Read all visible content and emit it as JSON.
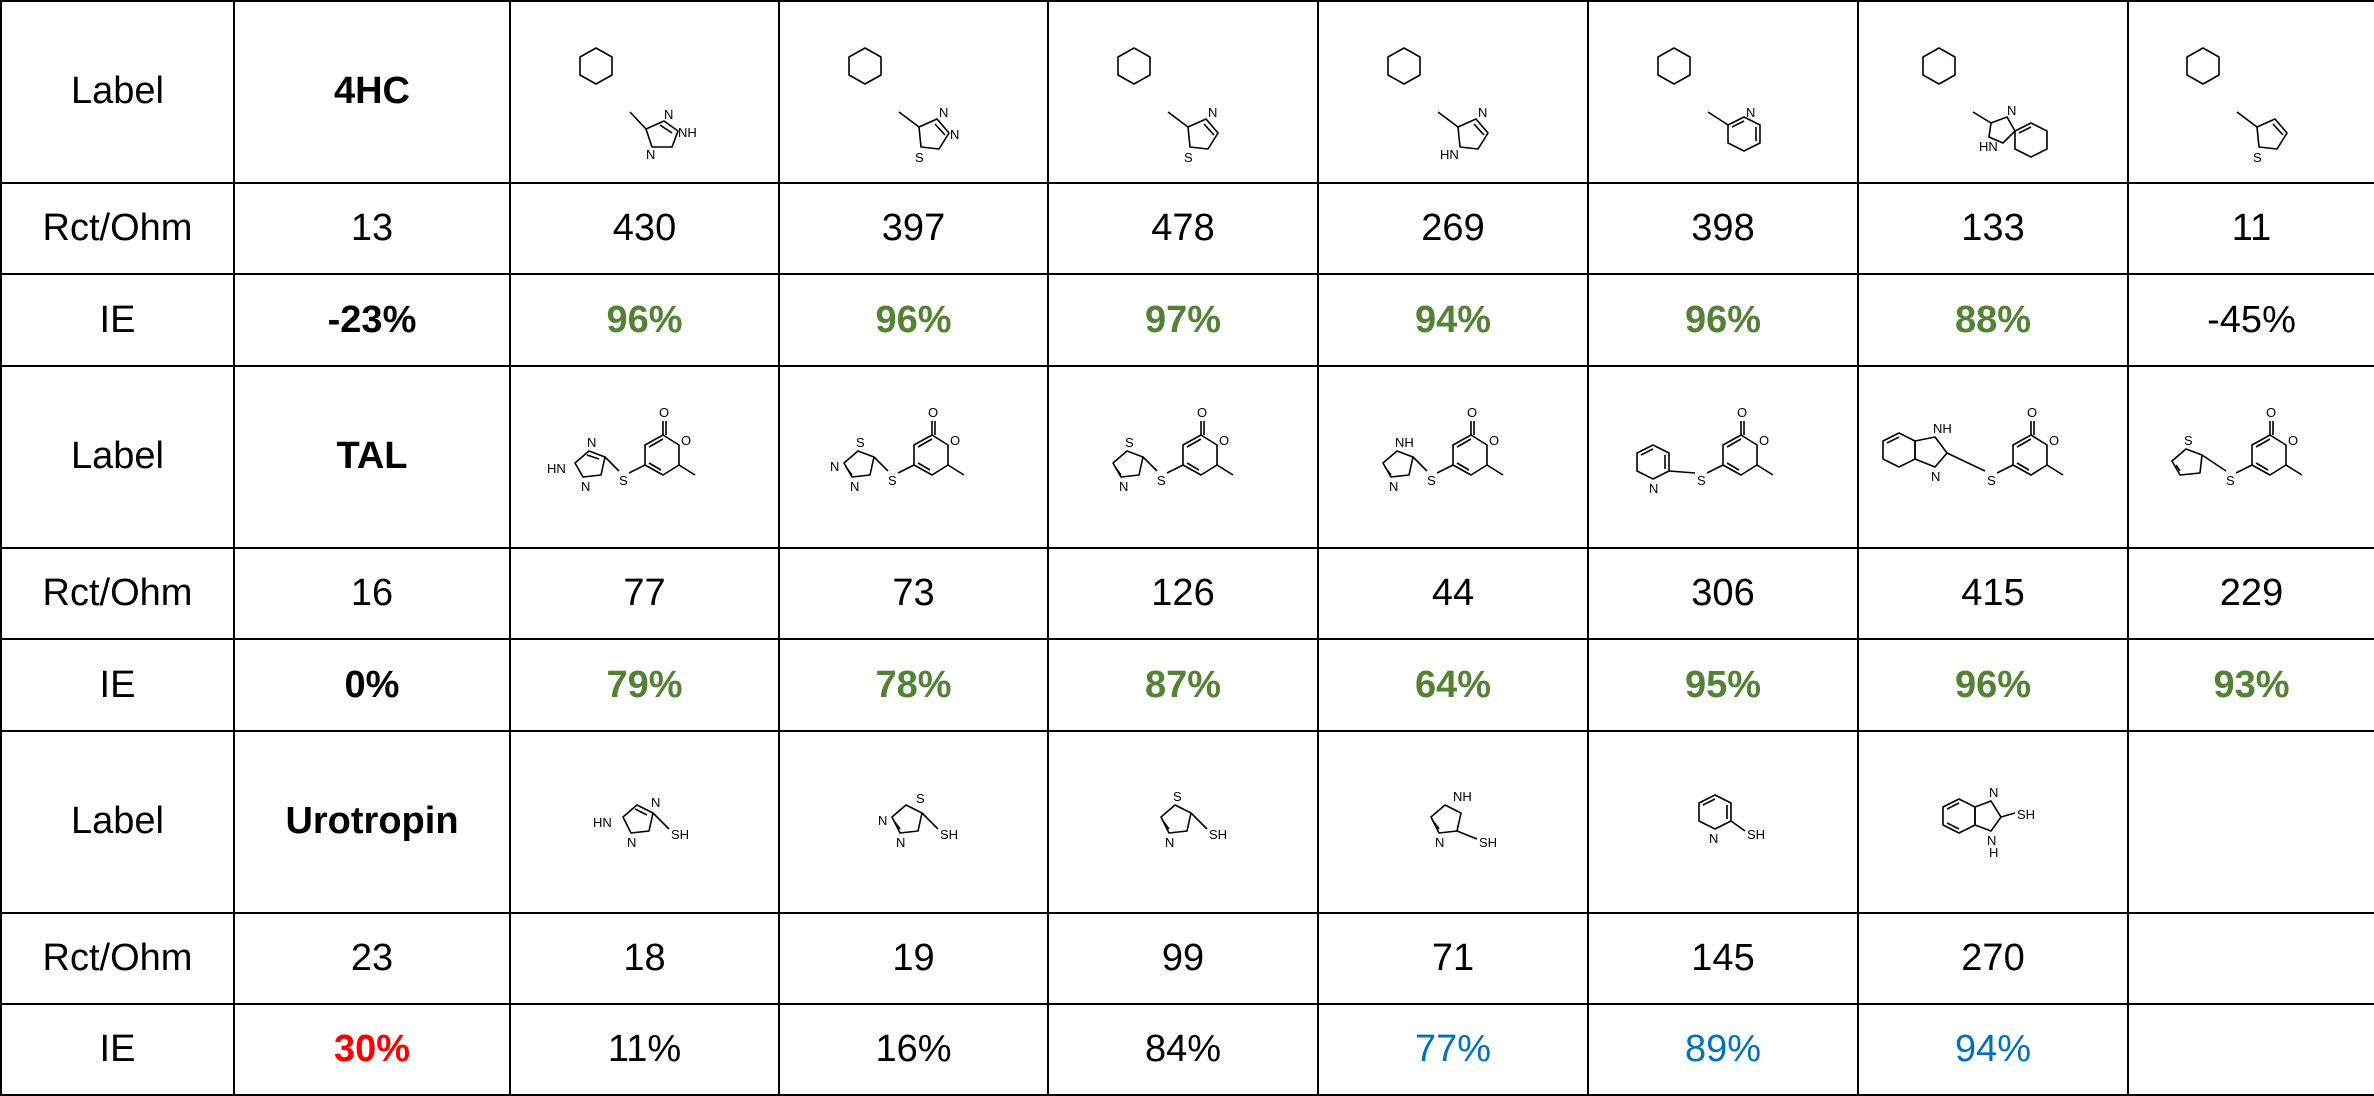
{
  "table": {
    "sections": [
      {
        "label": "Label",
        "compound": "4HC",
        "structures": [
          "4hc-triazole",
          "4hc-thiadiazole",
          "4hc-thiazole",
          "4hc-imidazole",
          "4hc-pyridine",
          "4hc-benzimidazole",
          "4hc-thiophene"
        ],
        "rct_label": "Rct/Ohm",
        "rct": [
          "13",
          "430",
          "397",
          "478",
          "269",
          "398",
          "133",
          "11"
        ],
        "ie_label": "IE",
        "ie": [
          {
            "value": "-23%",
            "style": "bold"
          },
          {
            "value": "96%",
            "style": "green"
          },
          {
            "value": "96%",
            "style": "green"
          },
          {
            "value": "97%",
            "style": "green"
          },
          {
            "value": "94%",
            "style": "green"
          },
          {
            "value": "96%",
            "style": "green"
          },
          {
            "value": "88%",
            "style": "green"
          },
          {
            "value": "-45%",
            "style": "black"
          }
        ]
      },
      {
        "label": "Label",
        "compound": "TAL",
        "structures": [
          "tal-triazole",
          "tal-thiadiazole",
          "tal-thiazole",
          "tal-imidazole",
          "tal-pyridine",
          "tal-benzimidazole",
          "tal-thiophene"
        ],
        "rct_label": "Rct/Ohm",
        "rct": [
          "16",
          "77",
          "73",
          "126",
          "44",
          "306",
          "415",
          "229"
        ],
        "ie_label": "IE",
        "ie": [
          {
            "value": "0%",
            "style": "bold"
          },
          {
            "value": "79%",
            "style": "green"
          },
          {
            "value": "78%",
            "style": "green"
          },
          {
            "value": "87%",
            "style": "green"
          },
          {
            "value": "64%",
            "style": "green"
          },
          {
            "value": "95%",
            "style": "green"
          },
          {
            "value": "96%",
            "style": "green"
          },
          {
            "value": "93%",
            "style": "green"
          }
        ]
      },
      {
        "label": "Label",
        "compound": "Urotropin",
        "structures": [
          "triazole-thiol",
          "thiadiazole-thiol",
          "thiazole-thiol",
          "imidazole-thiol",
          "pyridine-thiol",
          "benzimidazole-thiol",
          ""
        ],
        "rct_label": "Rct/Ohm",
        "rct": [
          "23",
          "18",
          "19",
          "99",
          "71",
          "145",
          "270",
          ""
        ],
        "ie_label": "IE",
        "ie": [
          {
            "value": "30%",
            "style": "red"
          },
          {
            "value": "11%",
            "style": "black"
          },
          {
            "value": "16%",
            "style": "black"
          },
          {
            "value": "84%",
            "style": "black"
          },
          {
            "value": "77%",
            "style": "blue"
          },
          {
            "value": "89%",
            "style": "blue"
          },
          {
            "value": "94%",
            "style": "blue"
          },
          {
            "value": "",
            "style": "black"
          }
        ]
      }
    ],
    "atoms": {
      "o": "O",
      "s": "S",
      "n": "N",
      "nh": "NH",
      "hn": "HN",
      "sh": "SH",
      "h": "H"
    },
    "colors": {
      "green": "#548235",
      "red": "#ff0000",
      "blue": "#0070c0"
    }
  }
}
